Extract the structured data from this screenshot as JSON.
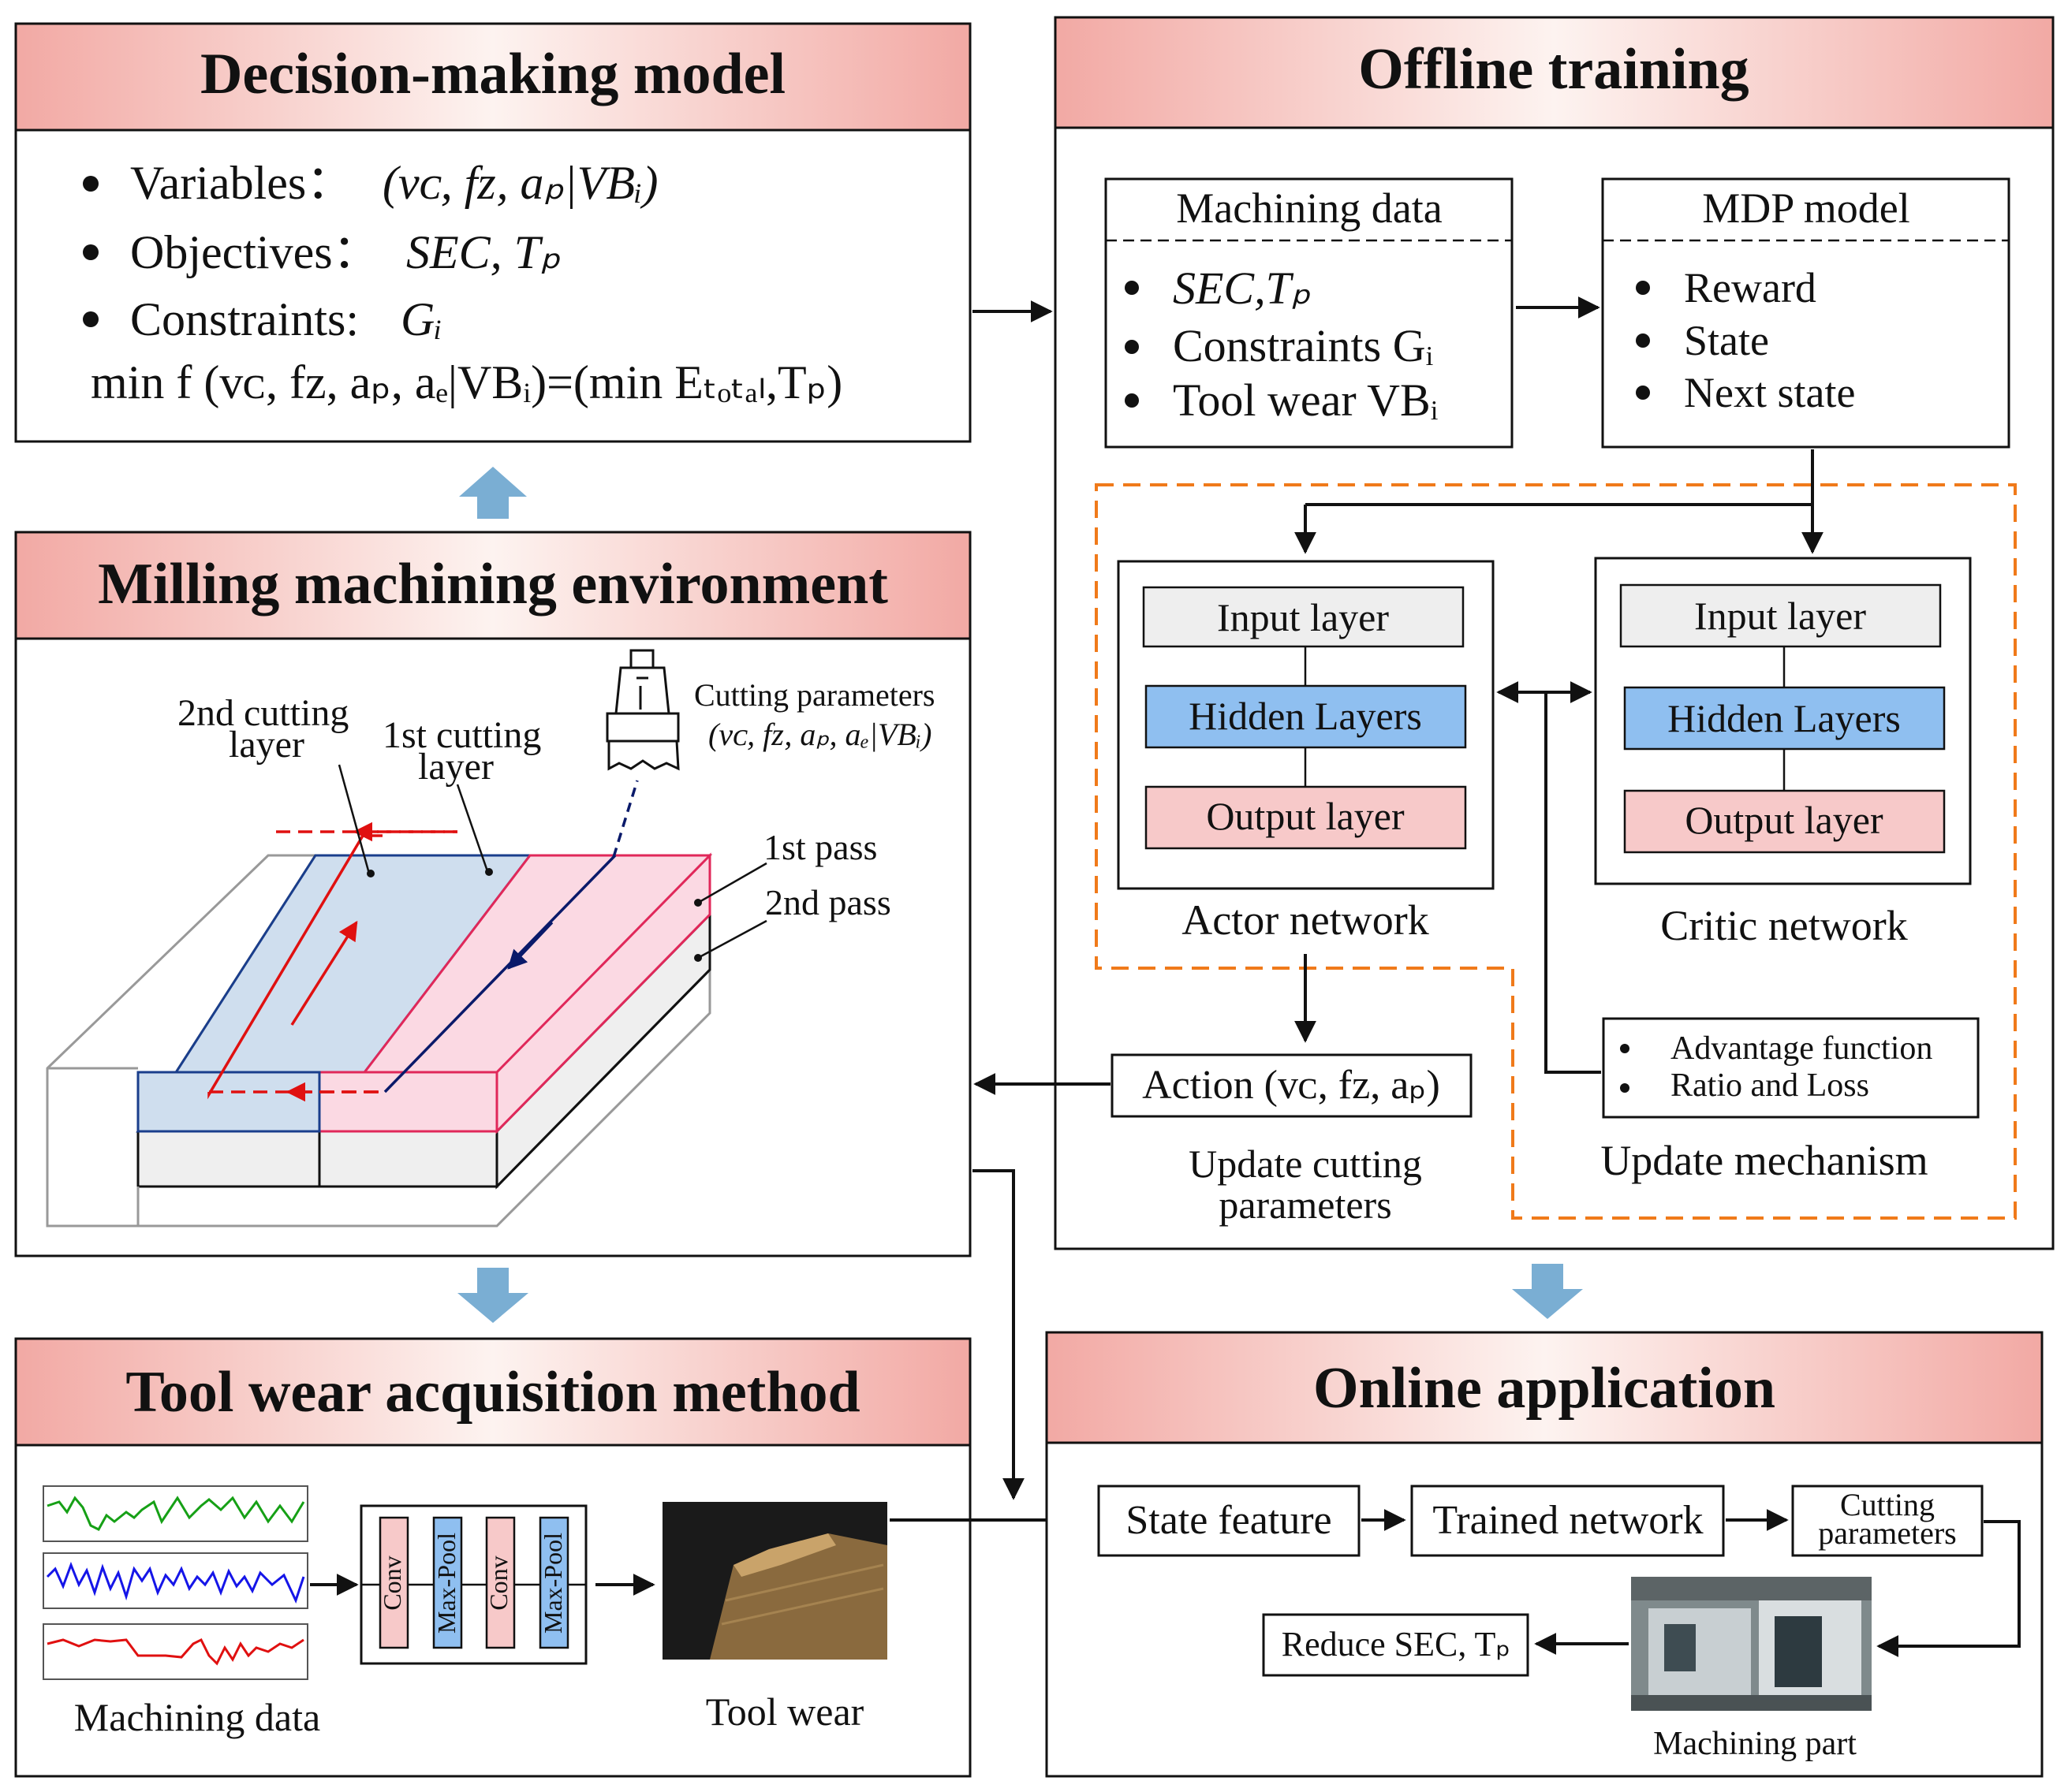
{
  "panels": {
    "decision": {
      "title": "Decision-making model",
      "bullets": [
        "Variables：",
        "Objectives：",
        "Constraints: "
      ],
      "variables_expr": "(vᴄ, fᴢ, aₚ|VBᵢ)",
      "objectives_expr": "SEC, Tₚ",
      "constraints_expr": "Gᵢ",
      "formula": "min f (vᴄ, fᴢ, aₚ, aₑ|VBᵢ)=(min Eₜₒₜₐₗ,Tₚ)"
    },
    "offline": {
      "title": "Offline training",
      "machining_data": {
        "header": "Machining data",
        "items": [
          "SEC,Tₚ",
          "Constraints Gᵢ",
          "Tool wear VBᵢ"
        ]
      },
      "mdp_model": {
        "header": "MDP model",
        "items": [
          "Reward",
          "State",
          "Next state"
        ]
      },
      "actor": {
        "label": "Actor network",
        "input": "Input layer",
        "hidden": "Hidden Layers",
        "output": "Output layer"
      },
      "critic": {
        "label": "Critic network",
        "input": "Input layer",
        "hidden": "Hidden Layers",
        "output": "Output layer"
      },
      "action": "Action (vᴄ, fᴢ, aₚ)",
      "update_params": [
        "Update cutting",
        "parameters"
      ],
      "update_box": [
        "Advantage function",
        "Ratio and Loss"
      ],
      "update_mechanism": "Update mechanism"
    },
    "milling": {
      "title": "Milling machining environment",
      "layer2": [
        "2nd cutting",
        "layer"
      ],
      "layer1": [
        "1st cutting",
        "layer"
      ],
      "cutting_params": "Cutting parameters",
      "cutting_params_expr": "(vᴄ, fᴢ, aₚ, aₑ|VBᵢ)",
      "pass1": "1st pass",
      "pass2": "2nd pass"
    },
    "toolwear": {
      "title": "Tool wear acquisition method",
      "machining_data": "Machining data",
      "conv1": "Conv",
      "pool1": "Max-Pool",
      "conv2": "Conv",
      "pool2": "Max-Pool",
      "tool_wear": "Tool wear"
    },
    "online": {
      "title": "Online application",
      "state_feature": "State feature",
      "trained_network": "Trained network",
      "cutting_params": [
        "Cutting",
        "parameters"
      ],
      "reduce": "Reduce SEC, Tₚ",
      "machining_part": "Machining part"
    }
  },
  "colors": {
    "header_gradient_outer": "#f2b5b0",
    "header_gradient_inner": "#fdf2ef",
    "blue_block_arrow": "#7aaed3",
    "hidden_layer": "#8fbff0",
    "output_layer": "#f7c9c9",
    "input_layer": "#eeeeee",
    "dashed_orange": "#f07a1a"
  }
}
